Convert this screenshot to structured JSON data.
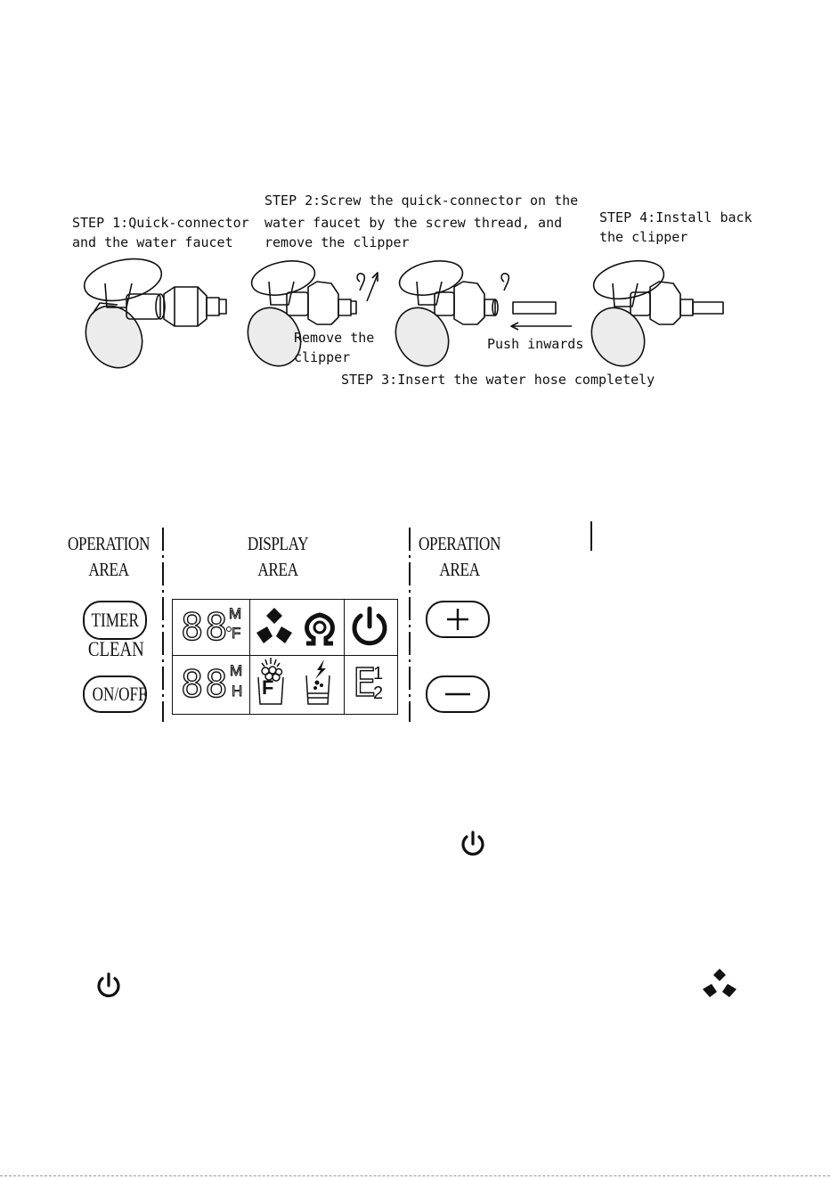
{
  "installation": {
    "step1": {
      "line1": "STEP 1:Quick-connector",
      "line2": "and the water faucet"
    },
    "step2": {
      "line1": "STEP 2:Screw the quick-connector on the",
      "line2": "water faucet by the screw thread, and",
      "line3": "remove the clipper"
    },
    "step3": {
      "text": "STEP 3:Insert the water hose completely"
    },
    "step4": {
      "line1": "STEP 4:Install back",
      "line2": "the clipper"
    },
    "remove_label": {
      "line1": "Remove the",
      "line2": "clipper"
    },
    "push_label": "Push inwards"
  },
  "panel": {
    "left_area": {
      "line1": "OPERATION",
      "line2": "AREA"
    },
    "display_area": {
      "line1": "DISPLAY",
      "line2": "AREA"
    },
    "right_area": {
      "line1": "OPERATION",
      "line2": "AREA"
    },
    "timer_label": "TIMER",
    "clean_label": "CLEAN",
    "onoff_label": "ON/OFF",
    "display": {
      "top_digits": "88",
      "bottom_digits": "88",
      "unit_m_top": "M",
      "unit_f": "F",
      "unit_m_bottom": "M",
      "unit_h": "H",
      "filter_letter": "F",
      "error_e": "E",
      "error_1": "1",
      "error_2": "2"
    },
    "icons": [
      "fan-icon",
      "omega-icon",
      "power-icon",
      "filter-icon",
      "drain-icon"
    ]
  },
  "body_icons": [
    "power-icon",
    "power-icon",
    "fan-icon"
  ]
}
